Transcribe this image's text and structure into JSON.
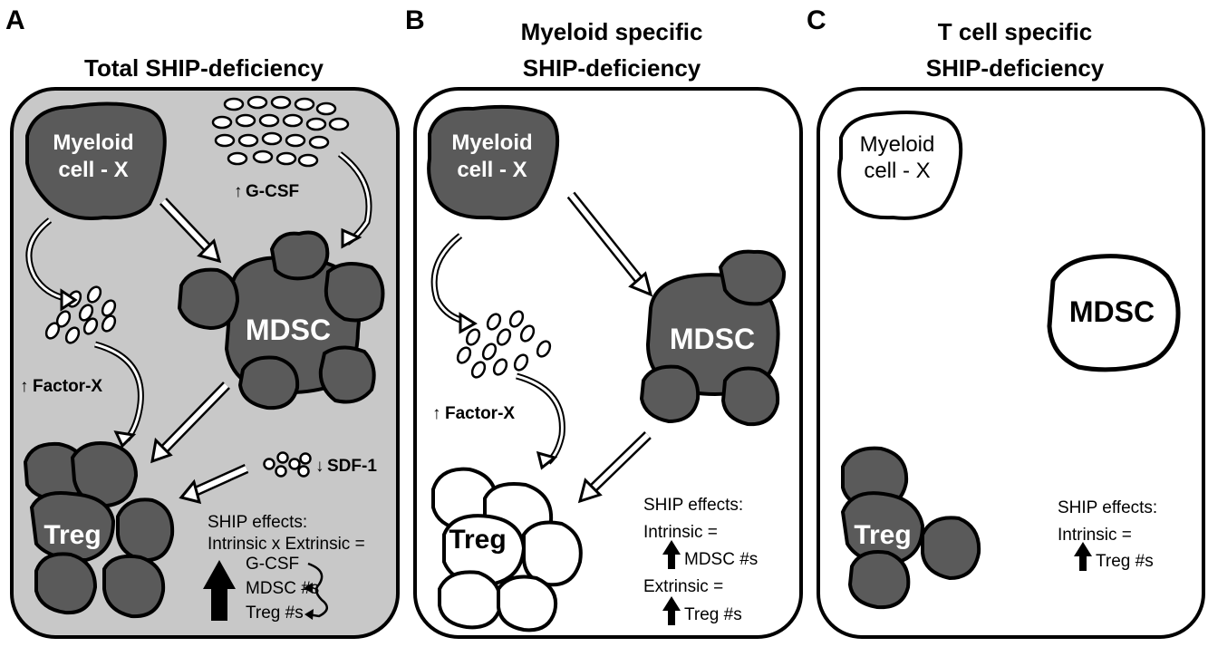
{
  "panels": [
    {
      "letter": "A",
      "title_lines": [
        "Total SHIP-deficiency"
      ],
      "myeloid_lines": [
        "Myeloid",
        "cell - X"
      ],
      "gcsf": "G-CSF",
      "mdsc": "MDSC",
      "factor": "Factor-X",
      "sdf": "SDF-1",
      "treg": "Treg",
      "effects": {
        "heading": "SHIP effects:",
        "line1": "Intrinsic x Extrinsic =",
        "items": [
          "G-CSF",
          "MDSC #s",
          "Treg #s"
        ]
      }
    },
    {
      "letter": "B",
      "title_lines": [
        "Myeloid specific",
        "SHIP-deficiency"
      ],
      "myeloid_lines": [
        "Myeloid",
        "cell - X"
      ],
      "mdsc": "MDSC",
      "factor": "Factor-X",
      "treg": "Treg",
      "effects": {
        "heading": "SHIP effects:",
        "intrinsic_label": "Intrinsic =",
        "intrinsic_value": "MDSC #s",
        "extrinsic_label": "Extrinsic =",
        "extrinsic_value": "Treg #s"
      }
    },
    {
      "letter": "C",
      "title_lines": [
        "T cell specific",
        "SHIP-deficiency"
      ],
      "myeloid_lines": [
        "Myeloid",
        "cell - X"
      ],
      "mdsc": "MDSC",
      "treg": "Treg",
      "effects": {
        "heading": "SHIP effects:",
        "intrinsic_label": "Intrinsic =",
        "intrinsic_value": "Treg #s"
      }
    }
  ],
  "colors": {
    "panel_a_fill": "#c8c8c8",
    "cell_dark": "#5a5a5a",
    "stroke": "#000000",
    "white": "#ffffff"
  }
}
